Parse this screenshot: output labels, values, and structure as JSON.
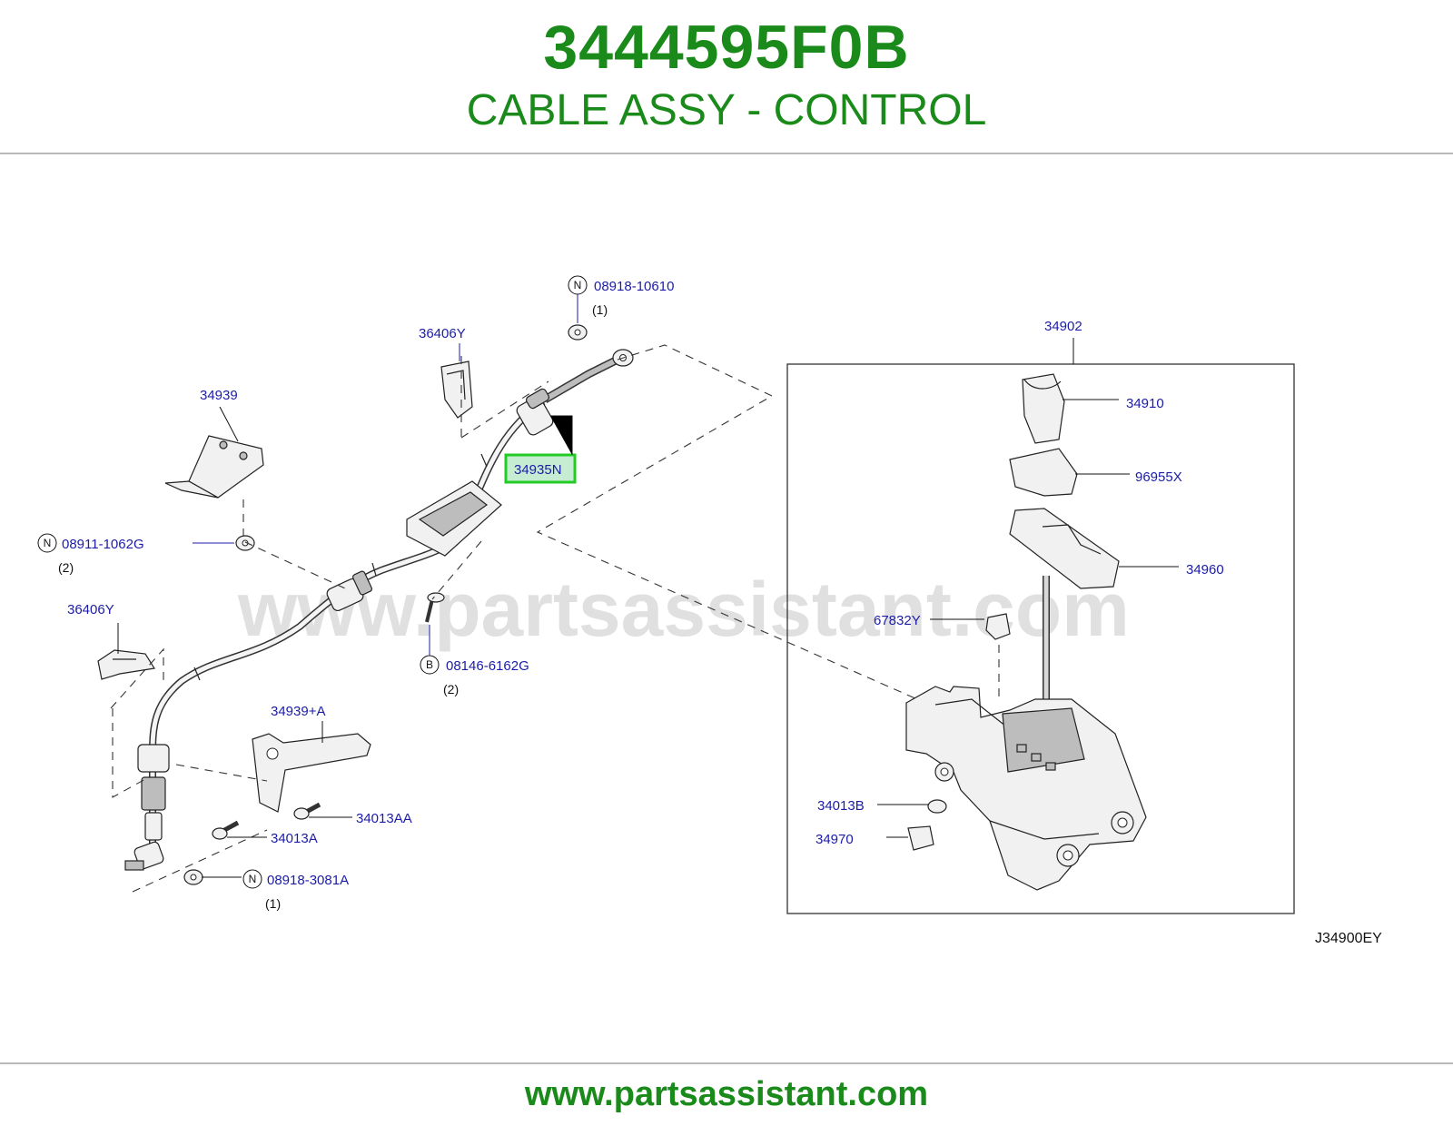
{
  "header": {
    "part_number": "3444595F0B",
    "part_name": "CABLE ASSY - CONTROL"
  },
  "watermark": "www.partsassistant.com",
  "footer": {
    "url": "www.partsassistant.com"
  },
  "diagram": {
    "code": "J34900EY",
    "callouts": {
      "c08918_10610": {
        "label": "08918-10610",
        "qty": "(1)",
        "badge": "N"
      },
      "c36406Y_top": {
        "label": "36406Y"
      },
      "c34939": {
        "label": "34939"
      },
      "c34935N": {
        "label": "34935N",
        "highlighted": true
      },
      "c08911_1062G": {
        "label": "08911-1062G",
        "qty": "(2)",
        "badge": "N"
      },
      "c36406Y_left": {
        "label": "36406Y"
      },
      "c08146_6162G": {
        "label": "08146-6162G",
        "qty": "(2)",
        "badge": "B"
      },
      "c34939A": {
        "label": "34939+A"
      },
      "c34013AA": {
        "label": "34013AA"
      },
      "c34013A": {
        "label": "34013A"
      },
      "c08918_3081A": {
        "label": "08918-3081A",
        "qty": "(1)",
        "badge": "N"
      },
      "c34902": {
        "label": "34902"
      },
      "c34910": {
        "label": "34910"
      },
      "c96955X": {
        "label": "96955X"
      },
      "c34960": {
        "label": "34960"
      },
      "c67832Y": {
        "label": "67832Y"
      },
      "c34013B": {
        "label": "34013B"
      },
      "c34970": {
        "label": "34970"
      }
    }
  },
  "colors": {
    "brand_green": "#1a8a1a",
    "label_blue": "#1c1ca8",
    "highlight_green": "#22cc22",
    "highlight_fill": "#c6ecd2",
    "watermark_gray": "#c8c8c8"
  }
}
